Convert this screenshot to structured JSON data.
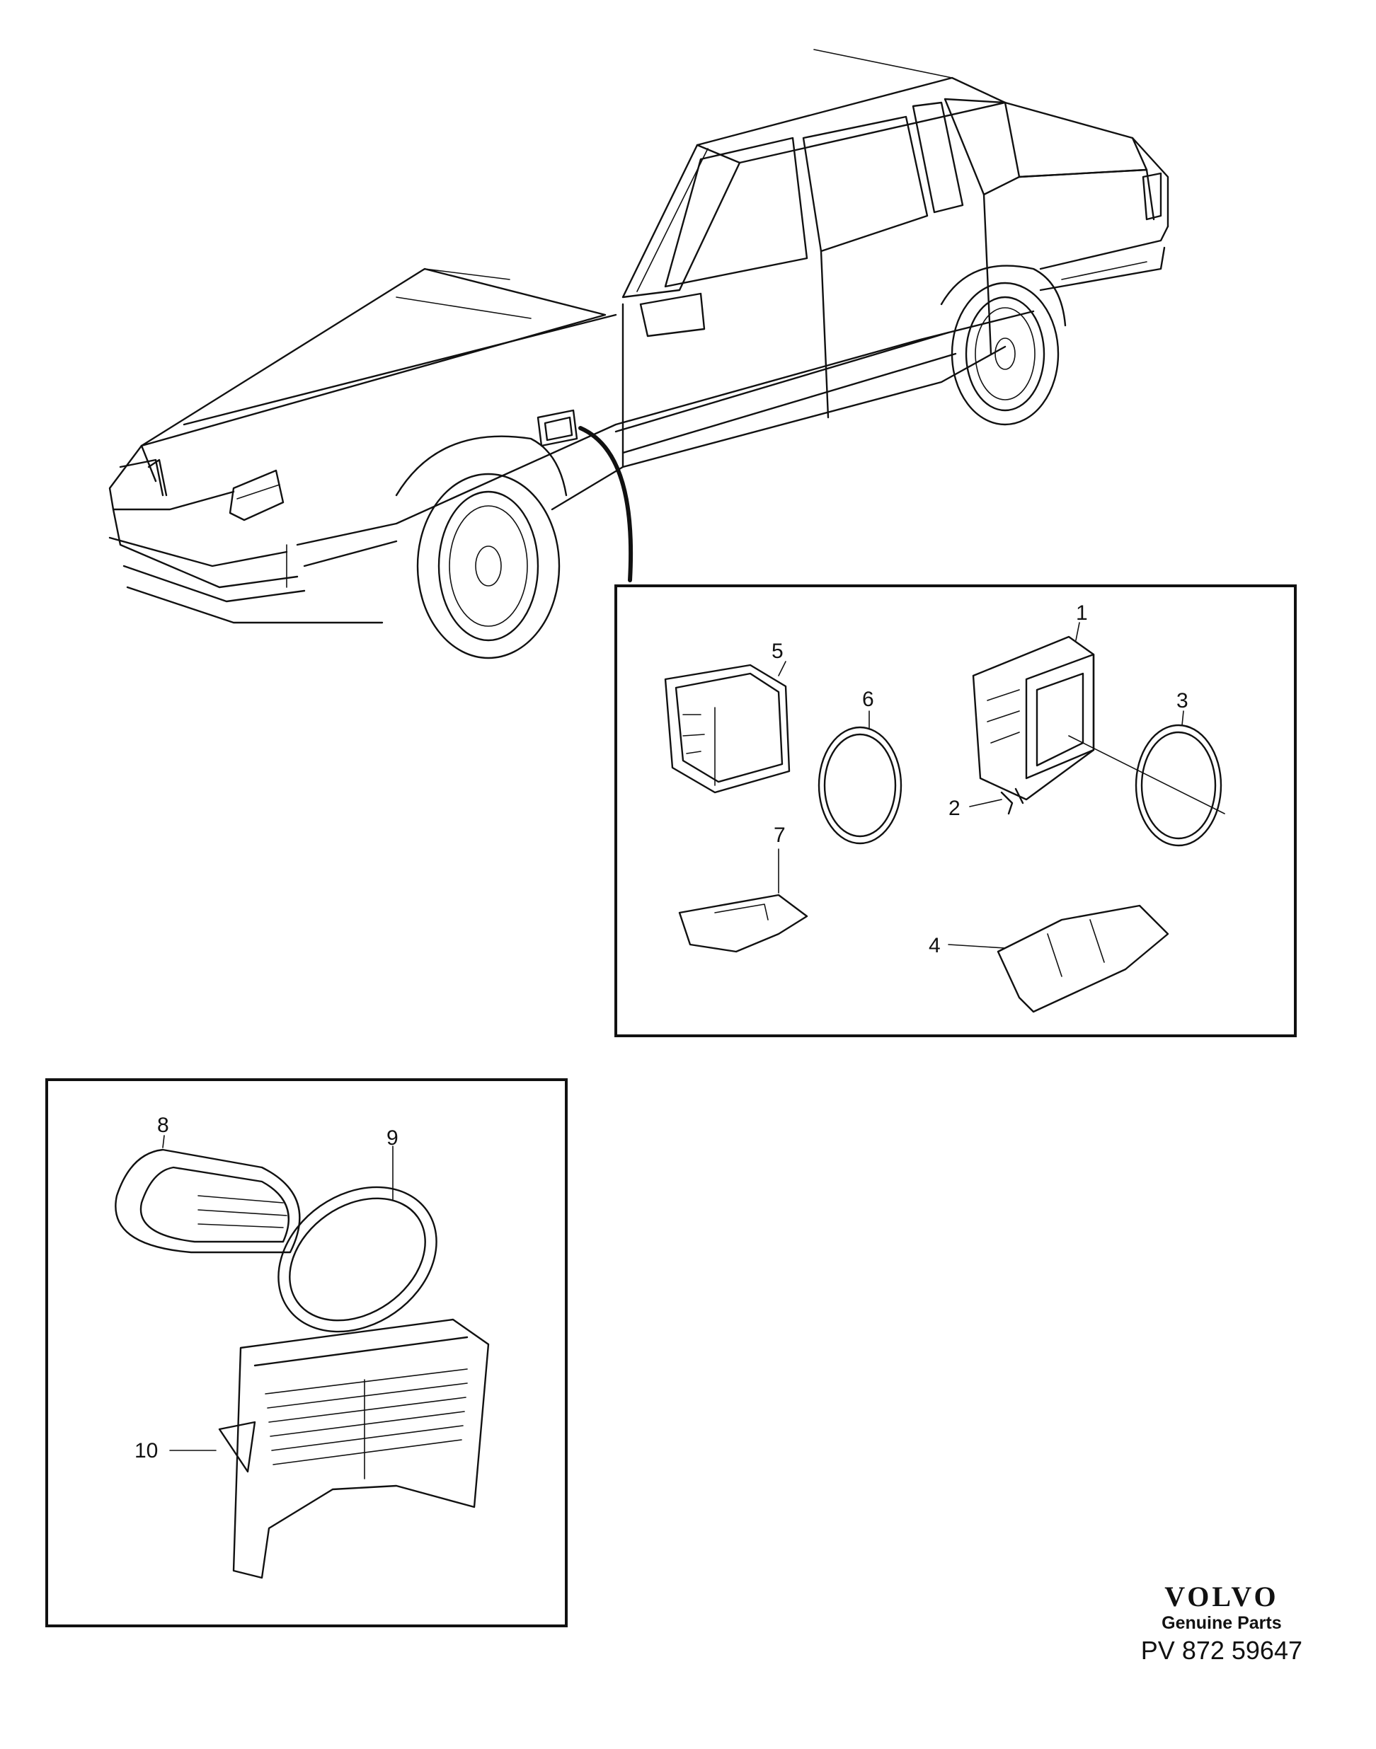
{
  "callouts": {
    "c1": "1",
    "c2": "2",
    "c3": "3",
    "c4": "4",
    "c5": "5",
    "c6": "6",
    "c7": "7",
    "c8": "8",
    "c9": "9",
    "c10": "10"
  },
  "brand": {
    "logo": "VOLVO",
    "subtitle": "Genuine Parts",
    "code": "PV 872 59647"
  }
}
